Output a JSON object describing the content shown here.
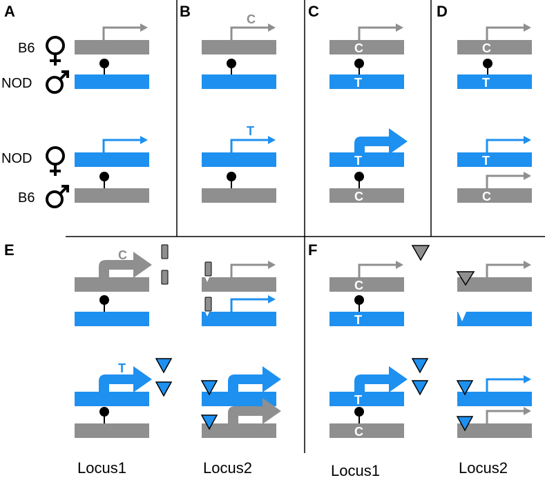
{
  "colors": {
    "gray": "#8f8f8f",
    "blue": "#1e90f0",
    "black": "#000000",
    "white": "#ffffff"
  },
  "panels": {
    "A": {
      "letter": "A"
    },
    "B": {
      "letter": "B",
      "top_allele": "C",
      "bottom_allele": "T"
    },
    "C": {
      "letter": "C",
      "allele_c": "C",
      "allele_t": "T",
      "allele_t2": "T",
      "allele_c2": "C"
    },
    "D": {
      "letter": "D",
      "allele_c": "C",
      "allele_t": "T",
      "allele_t2": "T",
      "allele_c2": "C"
    },
    "E": {
      "letter": "E",
      "top_allele": "C",
      "bottom_allele": "T"
    },
    "F": {
      "letter": "F",
      "allele_c": "C",
      "allele_t": "T",
      "allele_t2": "T",
      "allele_c2": "C"
    }
  },
  "strains": {
    "top_mother": "B6",
    "top_father": "NOD",
    "bottom_mother": "NOD",
    "bottom_father": "B6"
  },
  "symbols": {
    "female": "♀",
    "male": "♂"
  },
  "loci": [
    "Locus1",
    "Locus2",
    "Locus1",
    "Locus2"
  ]
}
